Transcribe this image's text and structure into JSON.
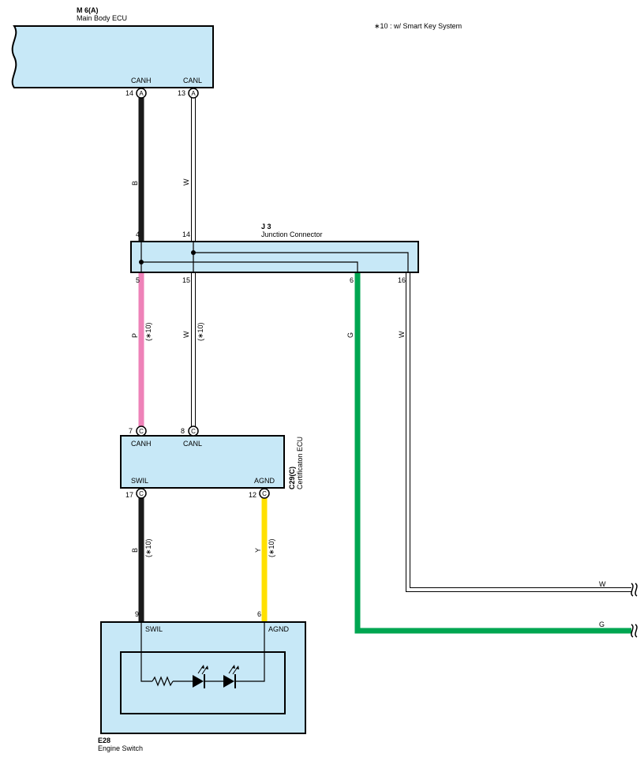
{
  "note": "∗10 : w/ Smart Key System",
  "colors": {
    "box_fill": "#c7e8f7",
    "wire_black": "#1a1a1a",
    "wire_white": "#ffffff",
    "wire_pink": "#ee82b8",
    "wire_green": "#00a651",
    "wire_yellow": "#ffe000"
  },
  "main_body_ecu": {
    "code": "M 6(A)",
    "name": "Main Body ECU",
    "canh": "CANH",
    "canl": "CANL",
    "pin_canh": "14",
    "pin_canl": "13",
    "conn": "A"
  },
  "junction": {
    "code": "J 3",
    "name": "Junction Connector",
    "pin4": "4",
    "pin14": "14",
    "pin5": "5",
    "pin15": "15",
    "pin6": "6",
    "pin16": "16"
  },
  "cert_ecu": {
    "code": "C29(C)",
    "name": "Certificaton ECU",
    "canh": "CANH",
    "canl": "CANL",
    "swil": "SWIL",
    "agnd": "AGND",
    "pin7": "7",
    "pin8": "8",
    "pin17": "17",
    "pin12": "12",
    "conn": "C"
  },
  "engine_switch": {
    "code": "E28",
    "name": "Engine Switch",
    "swil": "SWIL",
    "agnd": "AGND",
    "pin9": "9",
    "pin6": "6"
  },
  "wires": {
    "b_upper": "B",
    "w_upper": "W",
    "p_mid": "P",
    "w_mid": "W",
    "opt_p": "(∗10)",
    "opt_w": "(∗10)",
    "g_mid": "G",
    "w16_mid": "W",
    "b_lower": "B",
    "y_lower": "Y",
    "opt_b": "(∗10)",
    "opt_y": "(∗10)",
    "w_end": "W",
    "g_end": "G"
  }
}
